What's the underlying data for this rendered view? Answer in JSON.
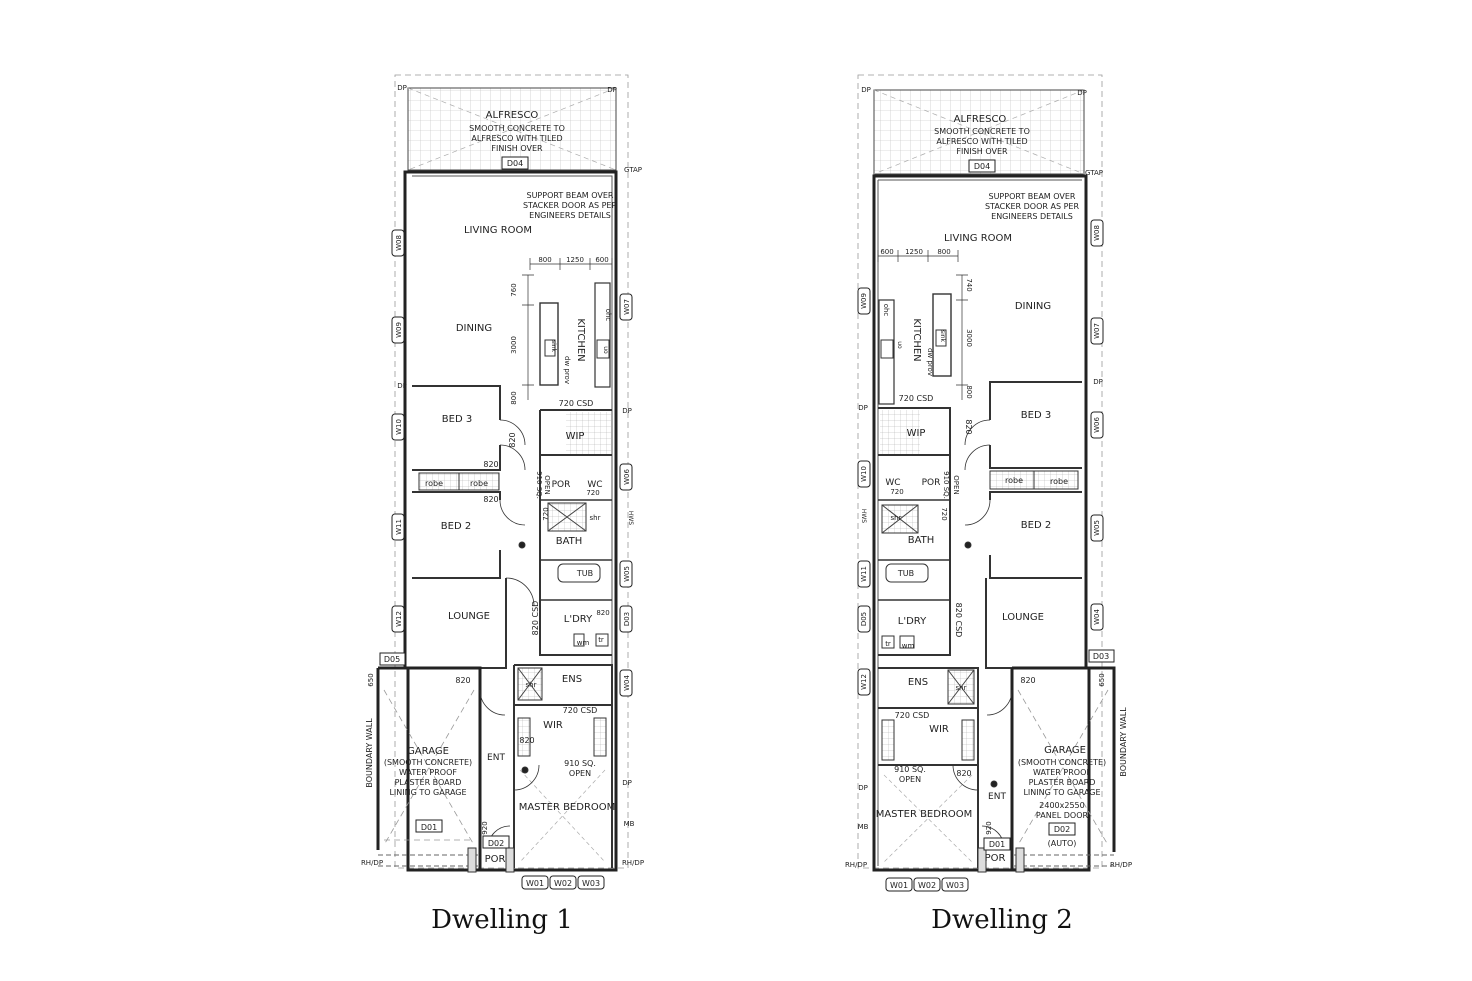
{
  "dwellings": [
    {
      "caption": "Dwelling 1",
      "rooms": {
        "alfresco": "ALFRESCO",
        "alfresco_note1": "SMOOTH CONCRETE TO",
        "alfresco_note2": "ALFRESCO WITH TILED",
        "alfresco_note3": "FINISH OVER",
        "beam_note1": "SUPPORT BEAM OVER",
        "beam_note2": "STACKER DOOR AS PER",
        "beam_note3": "ENGINEERS DETAILS",
        "living": "LIVING ROOM",
        "dining": "DINING",
        "kitchen": "KITCHEN",
        "bed3": "BED 3",
        "bed2": "BED 2",
        "robe_a": "robe",
        "robe_b": "robe",
        "wip": "WIP",
        "por_small": "POR",
        "wc": "WC",
        "bath": "BATH",
        "tub": "TUB",
        "shr_bath": "shr",
        "lounge": "LOUNGE",
        "ldry": "L'DRY",
        "wm": "wm",
        "tr": "tr",
        "ens": "ENS",
        "shr_ens": "shr",
        "wir": "WIR",
        "ent": "ENT",
        "garage": "GARAGE",
        "garage_note1": "(SMOOTH CONCRETE)",
        "garage_note2": "WATER PROOF",
        "garage_note3": "PLASTER BOARD",
        "garage_note4": "LINING TO GARAGE",
        "master": "MASTER BEDROOM",
        "por": "POR",
        "boundary": "BOUNDARY WALL"
      },
      "dims": {
        "d800a": "800",
        "d1250": "1250",
        "d600": "600",
        "d760": "760",
        "d3000": "3000",
        "d800b": "800",
        "csd720a": "720 CSD",
        "d820a": "820",
        "d820b": "820",
        "d820c": "820",
        "d910": "910 SQ.",
        "open": "OPEN",
        "d720a": "720",
        "d720b": "720",
        "csd820": "820 CSD",
        "d820d": "820",
        "d650": "650",
        "d820e": "820",
        "csd720b": "720 CSD",
        "d910b": "910 SQ.",
        "openb": "OPEN",
        "d820f": "820",
        "d920": "920"
      },
      "tags": {
        "d04": "D04",
        "w08": "W08",
        "w09": "W09",
        "w10": "W10",
        "w11": "W11",
        "w12": "W12",
        "d05": "D05",
        "w07": "W07",
        "w06": "W06",
        "w05": "W05",
        "d03": "D03",
        "w04": "W04",
        "d01": "D01",
        "d02": "D02",
        "w01": "W01",
        "w02": "W02",
        "w03": "W03"
      },
      "marks": {
        "dp1": "DP",
        "dp2": "DP",
        "dp3": "DP",
        "dp4": "DP",
        "gtap": "GTAP",
        "rhdp1": "RH/DP",
        "rhdp2": "RH/DP",
        "mb": "MB",
        "hws": "HWS",
        "ohc": "ohc",
        "sink": "sink",
        "dwprov": "dw prov",
        "uo": "uo"
      }
    },
    {
      "caption": "Dwelling 2",
      "rooms": {
        "alfresco": "ALFRESCO",
        "alfresco_note1": "SMOOTH CONCRETE TO",
        "alfresco_note2": "ALFRESCO WITH TILED",
        "alfresco_note3": "FINISH OVER",
        "beam_note1": "SUPPORT BEAM OVER",
        "beam_note2": "STACKER DOOR AS PER",
        "beam_note3": "ENGINEERS DETAILS",
        "living": "LIVING ROOM",
        "dining": "DINING",
        "kitchen": "KITCHEN",
        "bed3": "BED 3",
        "bed2": "BED 2",
        "robe_a": "robe",
        "robe_b": "robe",
        "wip": "WIP",
        "por_small": "POR",
        "wc": "WC",
        "bath": "BATH",
        "tub": "TUB",
        "shr_bath": "shr",
        "lounge": "LOUNGE",
        "ldry": "L'DRY",
        "wm": "wm",
        "tr": "tr",
        "ens": "ENS",
        "shr_ens": "shr",
        "wir": "WIR",
        "ent": "ENT",
        "garage": "GARAGE",
        "garage_note1": "(SMOOTH CONCRETE)",
        "garage_note2": "WATER PROOF",
        "garage_note3": "PLASTER BOARD",
        "garage_note4": "LINING TO GARAGE",
        "garage_note5": "2400x2550",
        "garage_note6": "PANEL DOOR",
        "garage_note7": "(AUTO)",
        "master": "MASTER BEDROOM",
        "por": "POR",
        "boundary": "BOUNDARY WALL"
      },
      "dims": {
        "d600": "600",
        "d1250": "1250",
        "d800a": "800",
        "d740": "740",
        "d3000": "3000",
        "d800b": "800",
        "csd720a": "720 CSD",
        "d820a": "820",
        "d720a": "720",
        "d910": "910 SQ.",
        "open": "OPEN",
        "d720b": "720",
        "csd820": "820 CSD",
        "d650": "650",
        "d820e": "820",
        "csd720b": "720 CSD",
        "d910b": "910 SQ.",
        "openb": "OPEN",
        "d820f": "820",
        "d920": "920"
      },
      "tags": {
        "d04": "D04",
        "w08": "W08",
        "w07": "W07",
        "w06": "W06",
        "w05": "W05",
        "w04": "W04",
        "d03": "D03",
        "w09": "W09",
        "w10": "W10",
        "w11": "W11",
        "d05": "D05",
        "w12": "W12",
        "d01": "D01",
        "d02": "D02",
        "w01": "W01",
        "w02": "W02",
        "w03": "W03"
      },
      "marks": {
        "dp1": "DP",
        "dp2": "DP",
        "dp3": "DP",
        "dp4": "DP",
        "gtap": "GTAP",
        "rhdp1": "RH/DP",
        "rhdp2": "RH/DP",
        "mb": "MB",
        "hws": "HWS",
        "ohc": "ohc",
        "sink": "sink",
        "dwprov": "dw prov",
        "uo": "uo"
      }
    }
  ]
}
